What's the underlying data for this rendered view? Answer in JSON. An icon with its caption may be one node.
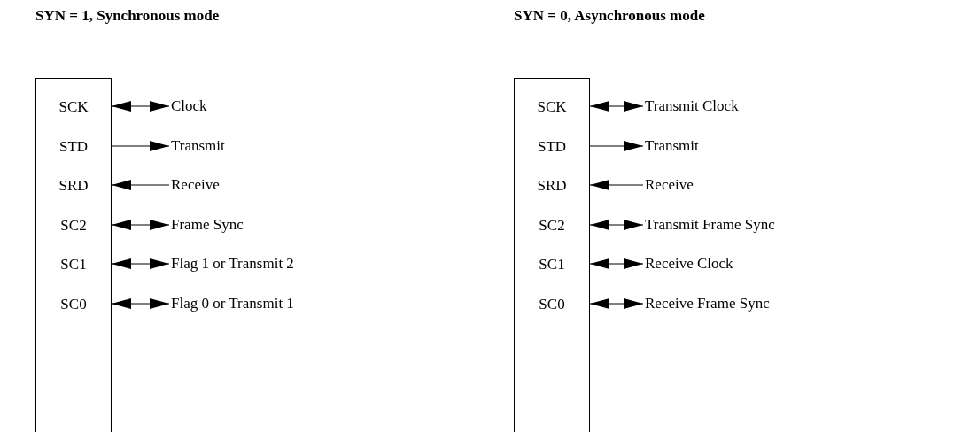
{
  "diagram": {
    "nodes": [
      {
        "text": [
          "SCK",
          "STD",
          "SRD",
          "SC2",
          "SC1",
          "SC0"
        ]
      },
      {
        "text": [
          "Clock"
        ]
      },
      {
        "text": [
          "Transmit"
        ]
      },
      {
        "text": [
          "Receive"
        ]
      },
      {
        "text": [
          "Frame Sync"
        ]
      },
      {
        "text": [
          "Flag 1 or Transmit 2"
        ]
      },
      {
        "text": [
          "Flag 0 or Transmit 1"
        ]
      },
      {
        "text": [
          "SCK",
          "STD",
          "SRD",
          "SC2",
          "SC1",
          "SC0"
        ]
      },
      {
        "text": [
          "Transmit Clock"
        ]
      },
      {
        "text": [
          "Transmit"
        ]
      },
      {
        "text": [
          "Receive"
        ]
      },
      {
        "text": [
          "Transmit Frame Sync"
        ]
      },
      {
        "text": [
          "Receive Clock"
        ]
      },
      {
        "text": [
          "Receive Frame Sync"
        ]
      }
    ],
    "edges": [
      {
        "from": 0,
        "to": 1,
        "arrow": "both"
      },
      {
        "from": 0,
        "to": 2,
        "arrow": "to"
      },
      {
        "from": 3,
        "to": 0,
        "arrow": "to"
      },
      {
        "from": 0,
        "to": 4,
        "arrow": "both"
      },
      {
        "from": 0,
        "to": 5,
        "arrow": "both"
      },
      {
        "from": 0,
        "to": 6,
        "arrow": "both"
      },
      {
        "from": 7,
        "to": 8,
        "arrow": "both"
      },
      {
        "from": 7,
        "to": 9,
        "arrow": "to"
      },
      {
        "from": 10,
        "to": 7,
        "arrow": "to"
      },
      {
        "from": 7,
        "to": 11,
        "arrow": "both"
      },
      {
        "from": 7,
        "to": 12,
        "arrow": "both"
      },
      {
        "from": 7,
        "to": 13,
        "arrow": "both"
      }
    ],
    "labels": [
      "SYN = 1, Synchronous mode",
      "SYN = 0, Asynchronous mode"
    ]
  }
}
